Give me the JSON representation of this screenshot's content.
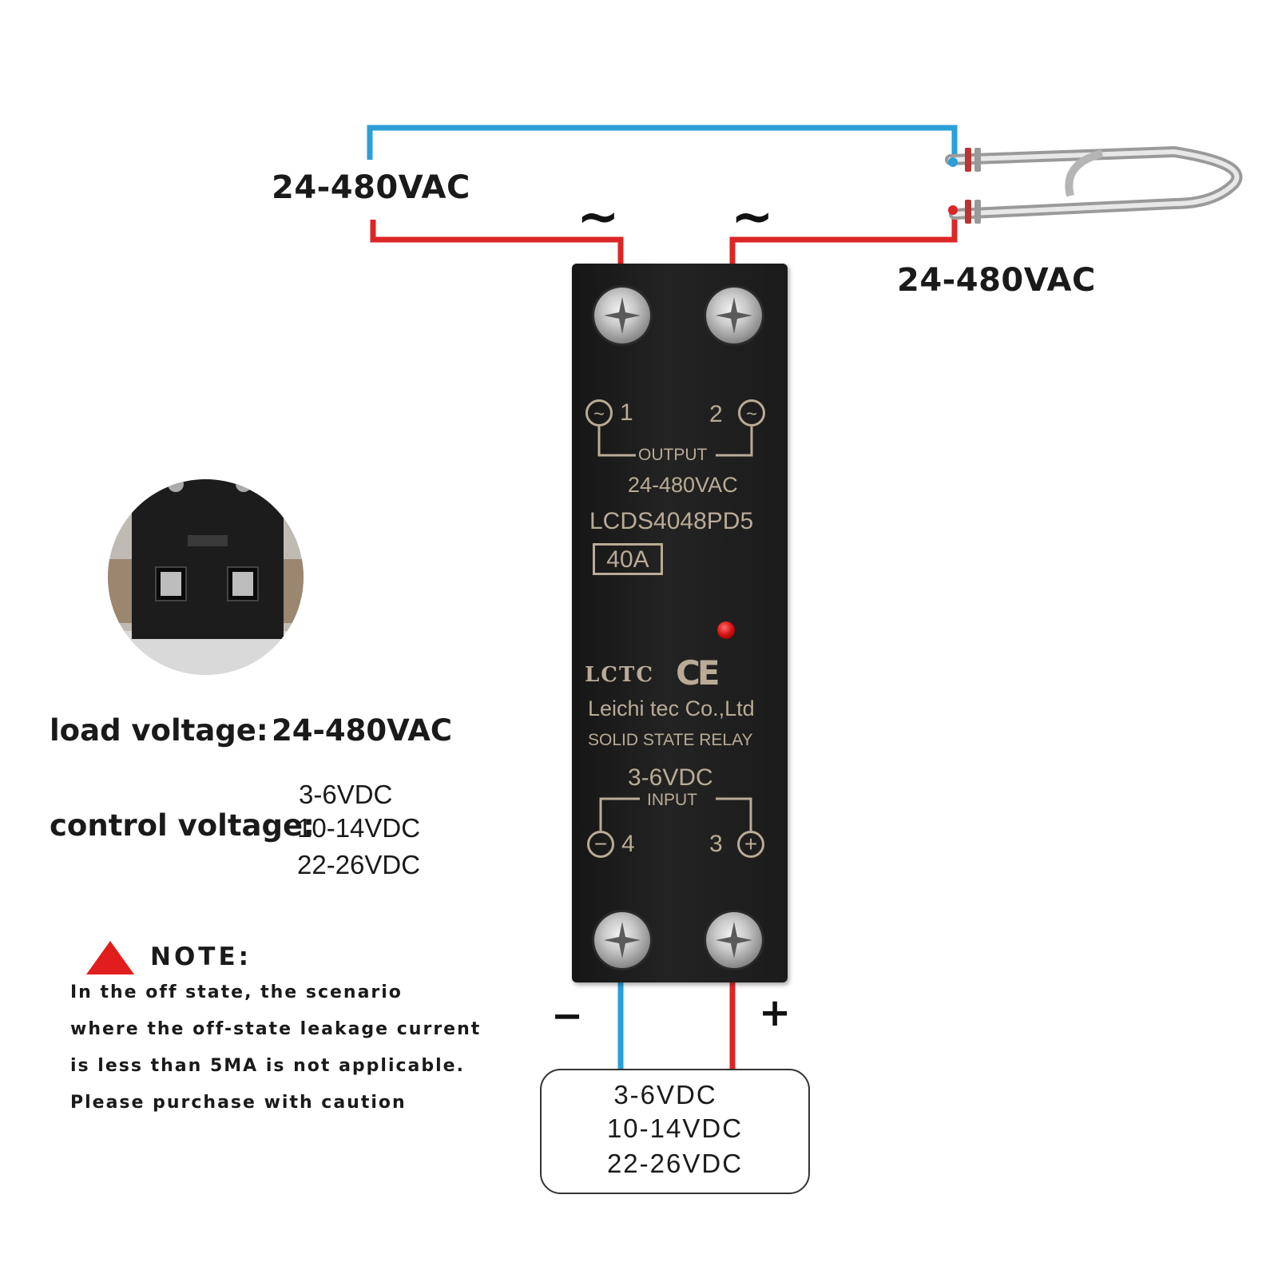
{
  "wiring": {
    "ac_label_left": "24-480VAC",
    "ac_label_right": "24-480VAC",
    "tilde_symbol": "~",
    "minus_symbol": "−",
    "plus_symbol": "+",
    "colors": {
      "neutral_wire": "#2a9fd8",
      "live_wire": "#dc2626"
    }
  },
  "relay": {
    "terminal_1": "1",
    "terminal_2": "2",
    "terminal_3": "3",
    "terminal_4": "4",
    "output_label": "OUTPUT",
    "output_voltage": "24-480VAC",
    "model": "LCDS4048PD5",
    "current_rating": "40A",
    "brand": "LCTC",
    "certification": "CE",
    "manufacturer": "Leichi tec Co.,Ltd",
    "product_type": "SOLID STATE RELAY",
    "input_voltage": "3-6VDC",
    "input_label": "INPUT"
  },
  "specs": {
    "load_label": "load voltage:",
    "load_value": "24-480VAC",
    "control_label": "control voltage:",
    "control_values": [
      "3-6VDC",
      "10-14VDC",
      "22-26VDC"
    ]
  },
  "note": {
    "title": "NOTE:",
    "lines": [
      "In the off state, the scenario",
      "where the off-state leakage current",
      "is less than 5MA is not applicable.",
      "Please purchase with caution"
    ]
  },
  "supply": {
    "values": [
      "3-6VDC",
      "10-14VDC",
      "22-26VDC"
    ]
  }
}
